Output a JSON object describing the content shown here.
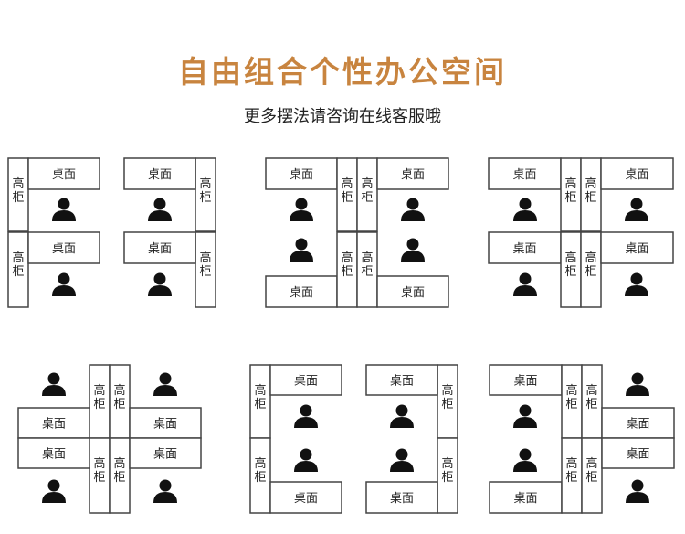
{
  "header": {
    "title": "自由组合个性办公空间",
    "subtitle": "更多摆法请咨询在线客服哦"
  },
  "labels": {
    "desk": "桌面",
    "cabinet_line1": "高",
    "cabinet_line2": "柜"
  },
  "colors": {
    "title": "#c8843f",
    "outline": "#444444",
    "person": "#111111"
  },
  "layouts": [
    {
      "name": "layout-1",
      "desks": 4,
      "cabinets": 4,
      "people": 4
    },
    {
      "name": "layout-2",
      "desks": 4,
      "cabinets": 4,
      "people": 4
    },
    {
      "name": "layout-3",
      "desks": 4,
      "cabinets": 4,
      "people": 4
    },
    {
      "name": "layout-4",
      "desks": 4,
      "cabinets": 4,
      "people": 4
    },
    {
      "name": "layout-5",
      "desks": 4,
      "cabinets": 4,
      "people": 4
    },
    {
      "name": "layout-6",
      "desks": 4,
      "cabinets": 4,
      "people": 4
    }
  ]
}
